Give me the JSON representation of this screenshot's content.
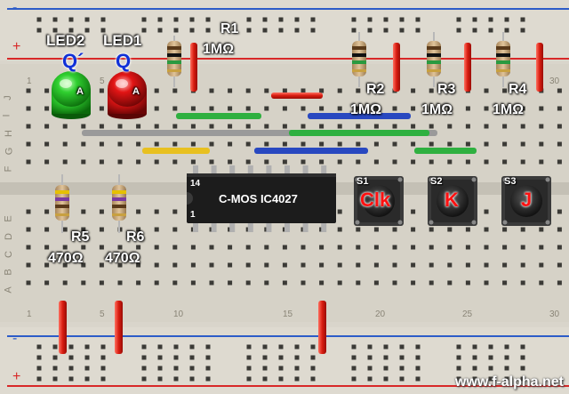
{
  "image": {
    "type": "photo",
    "subject": "breadboard circuit"
  },
  "labels": {
    "led2": "LED2",
    "led1": "LED1",
    "led2_signal": "Q´",
    "led1_signal": "Q",
    "led_anode": "A",
    "r1_name": "R1",
    "r1_value": "1MΩ",
    "r2_name": "R2",
    "r2_value": "1MΩ",
    "r3_name": "R3",
    "r3_value": "1MΩ",
    "r4_name": "R4",
    "r4_value": "1MΩ",
    "r5_name": "R5",
    "r5_value": "470Ω",
    "r6_name": "R6",
    "r6_value": "470Ω",
    "ic_name": "C-MOS IC4027",
    "ic_pin14": "14",
    "ic_pin1": "1",
    "s1": "S1",
    "s2": "S2",
    "s3": "S3",
    "clk": "Clk",
    "k": "K",
    "j": "J",
    "watermark": "www.f-alpha.net"
  },
  "board": {
    "column_numbers": [
      "1",
      "5",
      "10",
      "15",
      "20",
      "25",
      "30"
    ],
    "row_letters_top": [
      "J",
      "I",
      "H",
      "G",
      "F"
    ],
    "row_letters_bottom": [
      "E",
      "D",
      "C",
      "B",
      "A"
    ],
    "rail_plus": "+",
    "rail_minus": "-"
  },
  "colors": {
    "board": "#d8d4ca",
    "hole": "#3a3a3a",
    "rail_red": "#d02020",
    "rail_blue": "#2050c0",
    "led_green": "#20c020",
    "led_red": "#e01010",
    "ic_body": "#1a1a1a",
    "label_blue": "#1030d8",
    "label_red": "#ff1010"
  }
}
